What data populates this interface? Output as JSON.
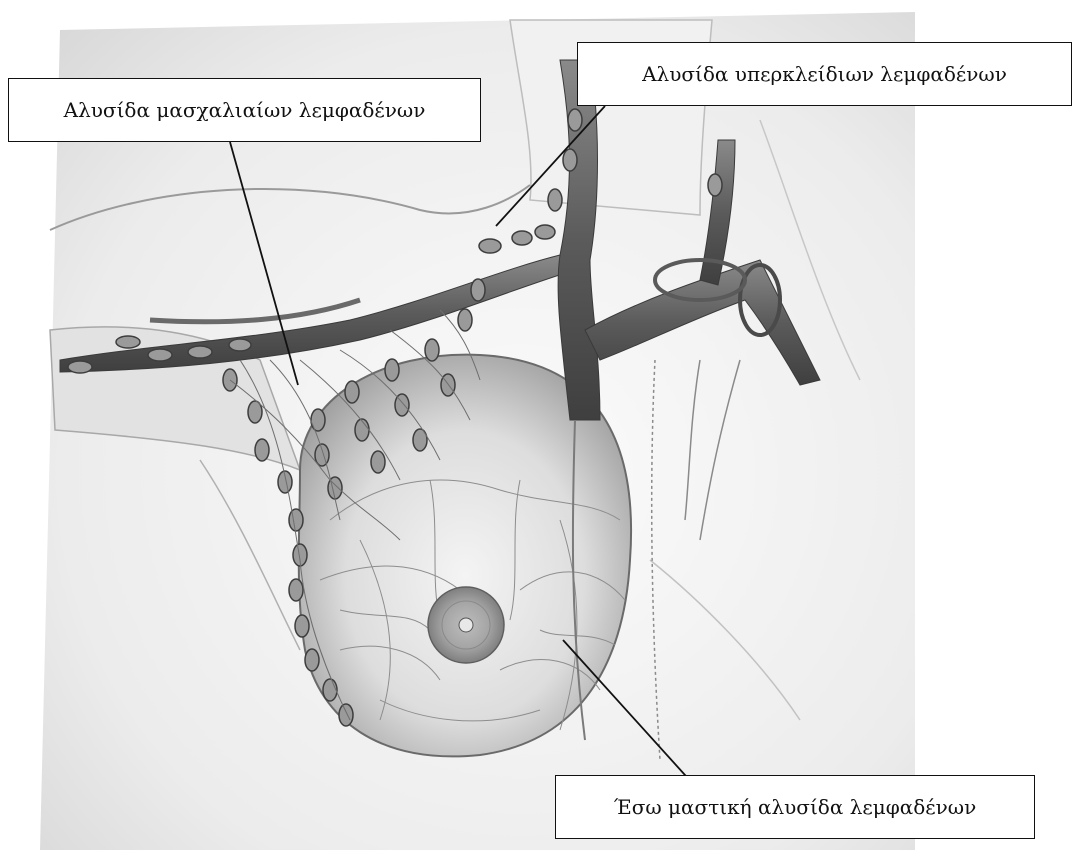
{
  "labels": {
    "axillary": "Αλυσίδα μασχαλιαίων λεμφαδένων",
    "supraclavicular": "Αλυσίδα υπερκλείδιων λεμφαδένων",
    "internal_mammary": "Έσω μαστική αλυσίδα λεμφαδένων"
  },
  "colors": {
    "background": "#ffffff",
    "skin": "#ececec",
    "vessel": "#6e6e6e",
    "node": "#7a7a7a",
    "outline": "#111111"
  }
}
